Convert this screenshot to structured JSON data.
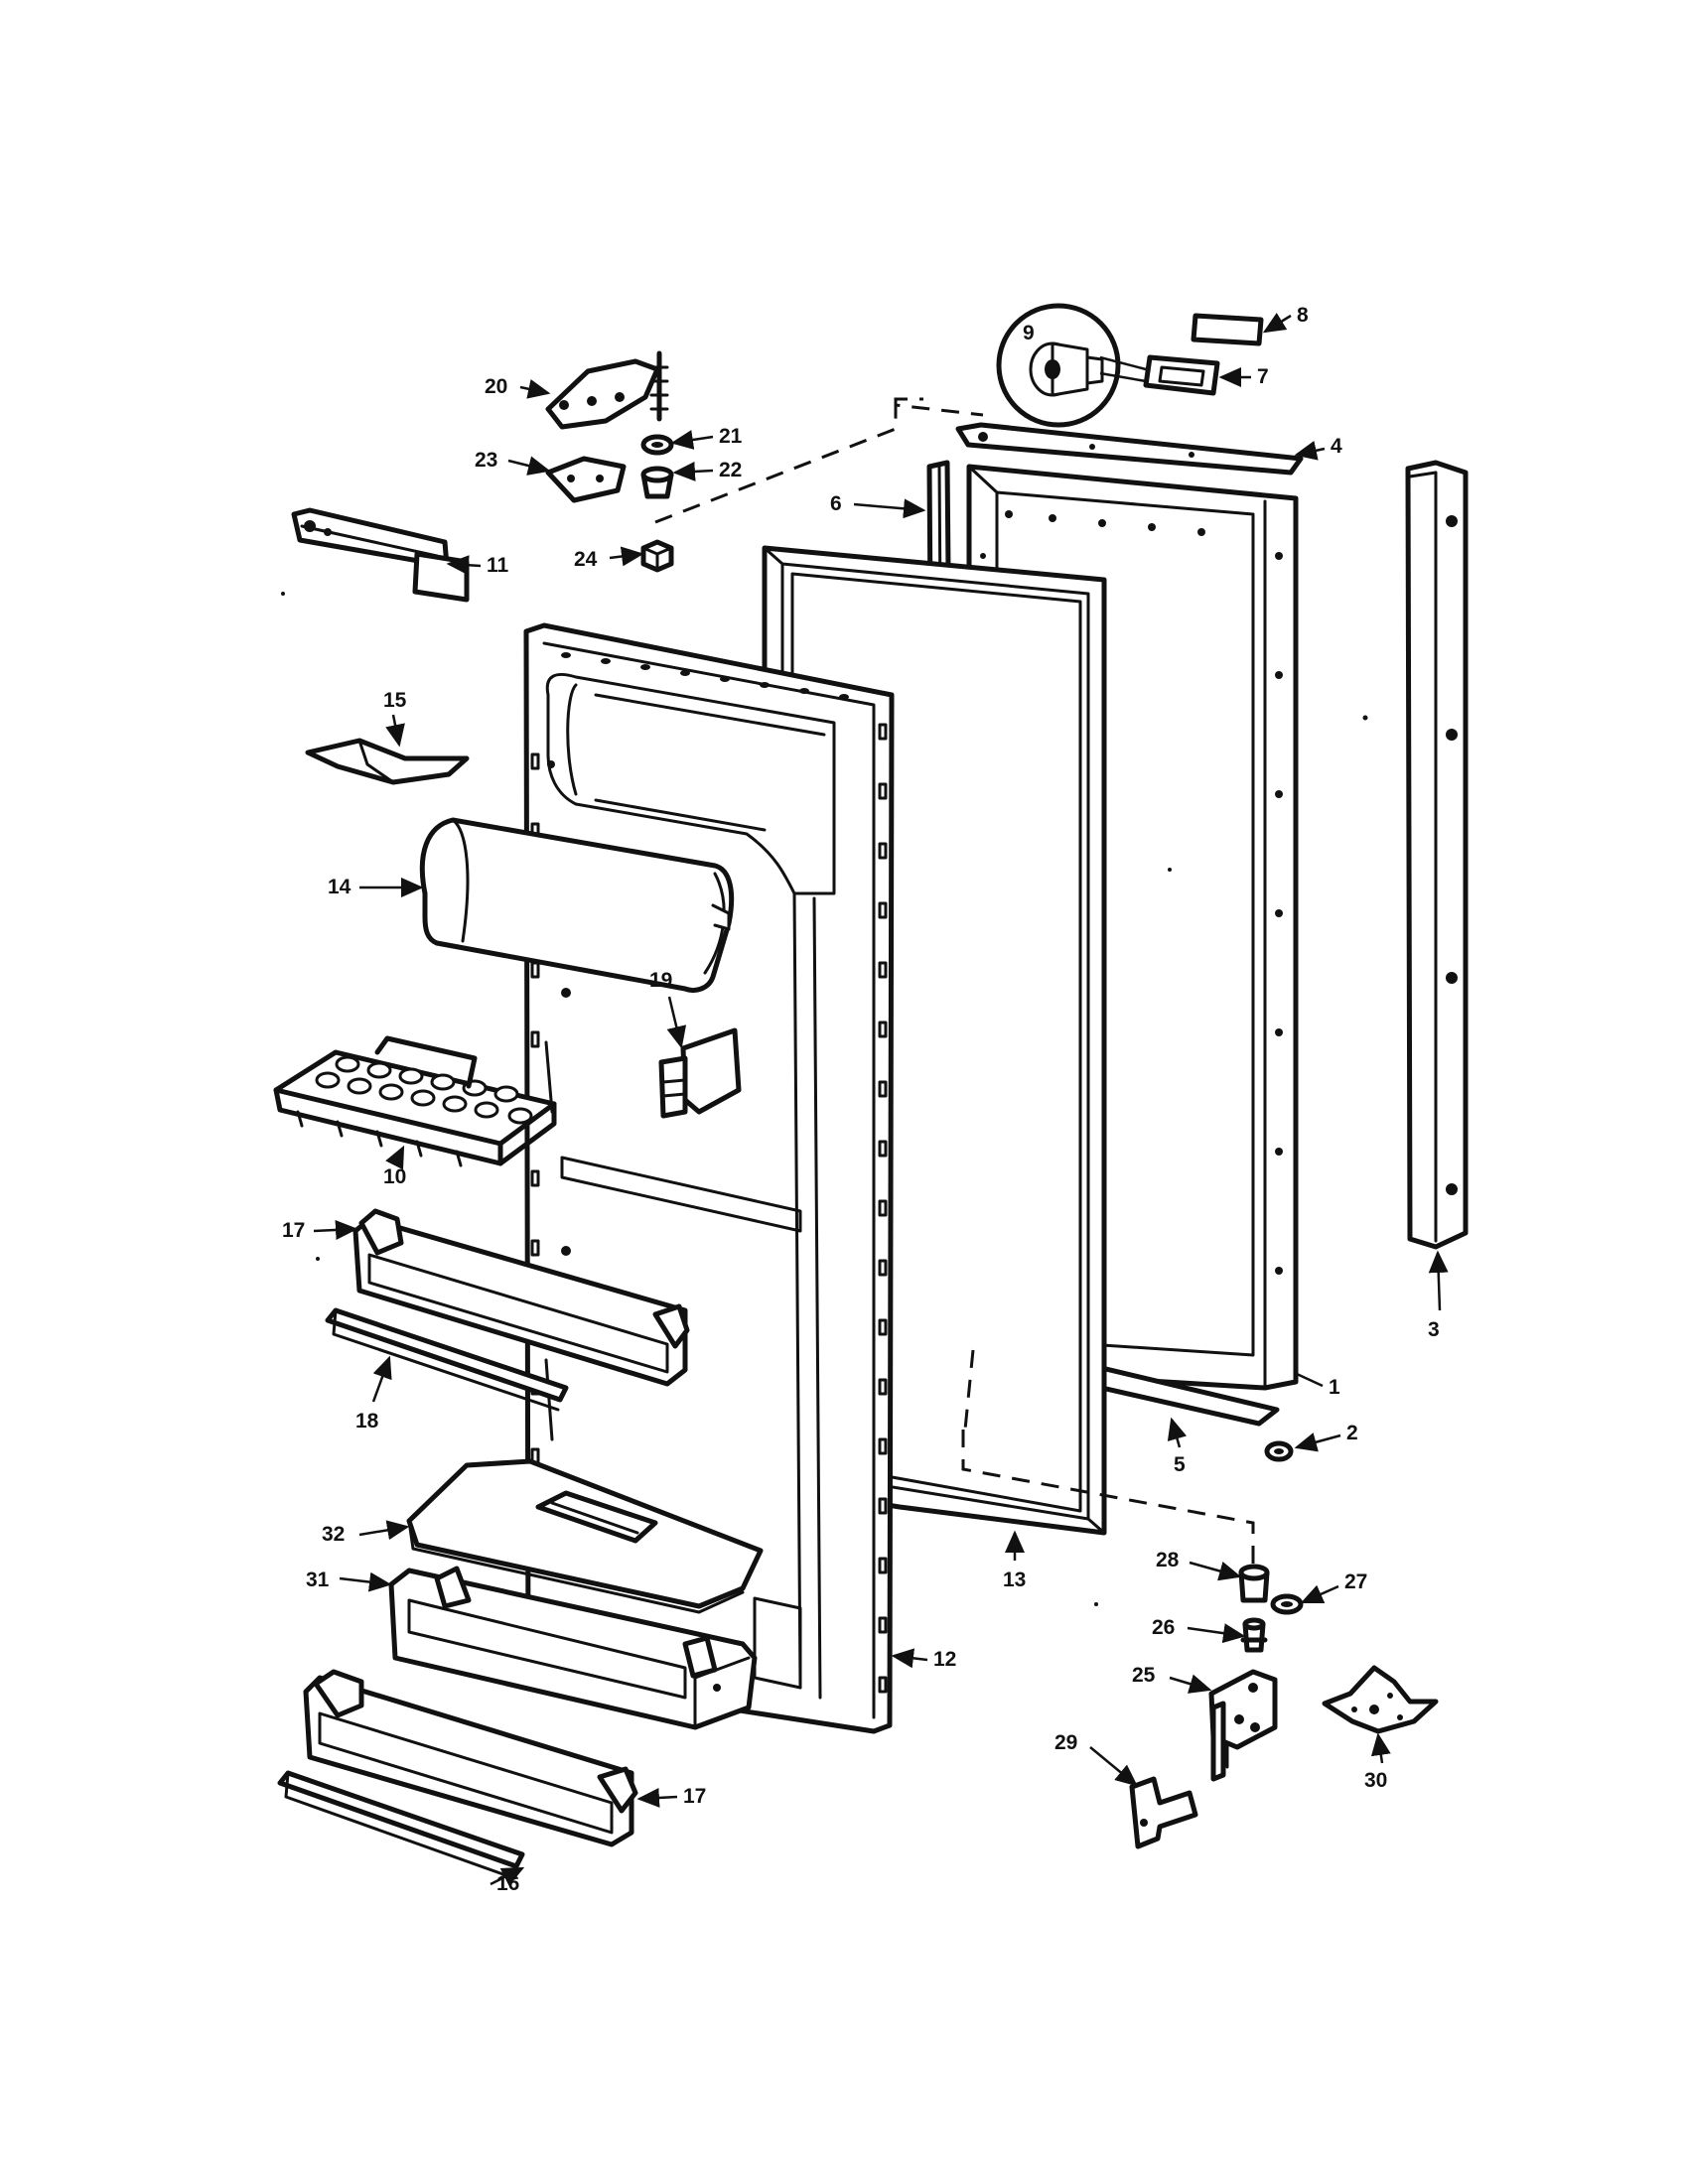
{
  "callouts": {
    "c1": "1",
    "c2": "2",
    "c3": "3",
    "c4": "4",
    "c5": "5",
    "c6": "6",
    "c7": "7",
    "c8": "8",
    "c9": "9",
    "c10": "10",
    "c11": "11",
    "c12": "12",
    "c13": "13",
    "c14": "14",
    "c15": "15",
    "c16": "16",
    "c17a": "17",
    "c17b": "17",
    "c18": "18",
    "c19": "19",
    "c20": "20",
    "c21": "21",
    "c22": "22",
    "c23": "23",
    "c24": "24",
    "c25": "25",
    "c26": "26",
    "c27": "27",
    "c28": "28",
    "c29": "29",
    "c30": "30",
    "c31": "31",
    "c32": "32"
  },
  "line_color": "#111111",
  "background_color": "#ffffff"
}
